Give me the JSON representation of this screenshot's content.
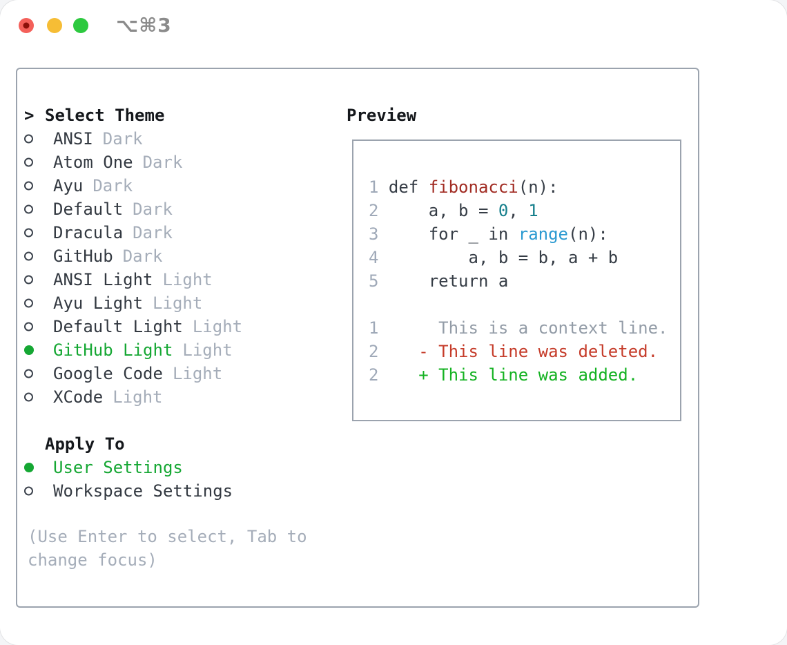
{
  "window": {
    "title": "⌥⌘3"
  },
  "colors": {
    "selection-green": "#15a733",
    "diff-added-green": "#14b222",
    "diff-deleted-red": "#c53b29",
    "context-gray": "#939ca7",
    "muted-gray": "#a5adb9",
    "line-number-gray": "#9fa9b8",
    "text-dark": "#333941",
    "header-black": "#15181c",
    "func-red": "#a12b22",
    "builtin-blue": "#2b9ad1",
    "number-teal": "#157f8c",
    "border-gray": "#9ba3ae",
    "traffic-red": "#f4605a",
    "traffic-yellow": "#f6bd35",
    "traffic-green": "#2dc93f",
    "title-gray": "#8b8b8b"
  },
  "theme_list": {
    "header_prefix": ">",
    "header": "Select Theme",
    "items": [
      {
        "name": "ANSI",
        "tag": "Dark",
        "selected": false
      },
      {
        "name": "Atom One",
        "tag": "Dark",
        "selected": false
      },
      {
        "name": "Ayu",
        "tag": "Dark",
        "selected": false
      },
      {
        "name": "Default",
        "tag": "Dark",
        "selected": false
      },
      {
        "name": "Dracula",
        "tag": "Dark",
        "selected": false
      },
      {
        "name": "GitHub",
        "tag": "Dark",
        "selected": false
      },
      {
        "name": "ANSI Light",
        "tag": "Light",
        "selected": false
      },
      {
        "name": "Ayu Light",
        "tag": "Light",
        "selected": false
      },
      {
        "name": "Default Light",
        "tag": "Light",
        "selected": false
      },
      {
        "name": "GitHub Light",
        "tag": "Light",
        "selected": true
      },
      {
        "name": "Google Code",
        "tag": "Light",
        "selected": false
      },
      {
        "name": "XCode",
        "tag": "Light",
        "selected": false
      }
    ]
  },
  "apply_to": {
    "header": "Apply To",
    "options": [
      {
        "label": "User Settings",
        "selected": true
      },
      {
        "label": "Workspace Settings",
        "selected": false
      }
    ]
  },
  "help_text": "(Use Enter to select, Tab to change focus)",
  "preview": {
    "header": "Preview",
    "lines": [
      {
        "blank": true
      },
      {
        "num": "1",
        "segments": [
          [
            "def ",
            "code"
          ],
          [
            "fibonacci",
            "func"
          ],
          [
            "(n):",
            "code"
          ]
        ]
      },
      {
        "num": "2",
        "segments": [
          [
            "    a, b = ",
            "code"
          ],
          [
            "0",
            "num"
          ],
          [
            ", ",
            "code"
          ],
          [
            "1",
            "num"
          ]
        ]
      },
      {
        "num": "3",
        "segments": [
          [
            "    for _ in ",
            "code"
          ],
          [
            "range",
            "builtin"
          ],
          [
            "(n):",
            "code"
          ]
        ]
      },
      {
        "num": "4",
        "segments": [
          [
            "        a, b = b, a + b",
            "code"
          ]
        ]
      },
      {
        "num": "5",
        "segments": [
          [
            "    return a",
            "code"
          ]
        ]
      },
      {
        "blank": true
      },
      {
        "num": "1",
        "segments": [
          [
            "     This is a context line.",
            "ctx"
          ]
        ]
      },
      {
        "num": "2",
        "segments": [
          [
            "   - This line was deleted.",
            "del"
          ]
        ]
      },
      {
        "num": "2",
        "segments": [
          [
            "   + This line was added.",
            "add"
          ]
        ]
      },
      {
        "blank": true
      }
    ]
  }
}
